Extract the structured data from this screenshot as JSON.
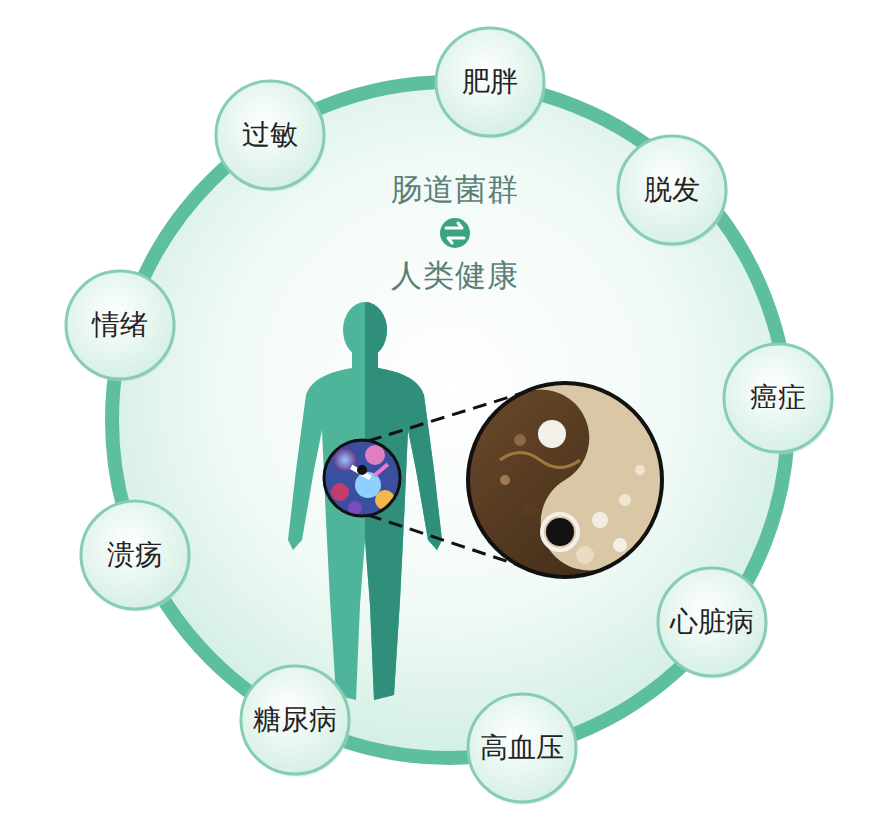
{
  "diagram": {
    "nodes": [
      {
        "text": [
          "肥胖"
        ]
      },
      {
        "text": [
          "脱发"
        ]
      },
      {
        "text": [
          "癌症"
        ]
      },
      {
        "text": [
          "心脏病"
        ]
      },
      {
        "text": [
          "高血压"
        ]
      },
      {
        "text": [
          "糖尿病"
        ]
      },
      {
        "text": [
          "溃疡"
        ]
      },
      {
        "text": [
          "情绪"
        ]
      },
      {
        "text": [
          "过敏"
        ]
      }
    ],
    "labels": [
      "肠道菌群",
      "人类健康"
    ]
  }
}
